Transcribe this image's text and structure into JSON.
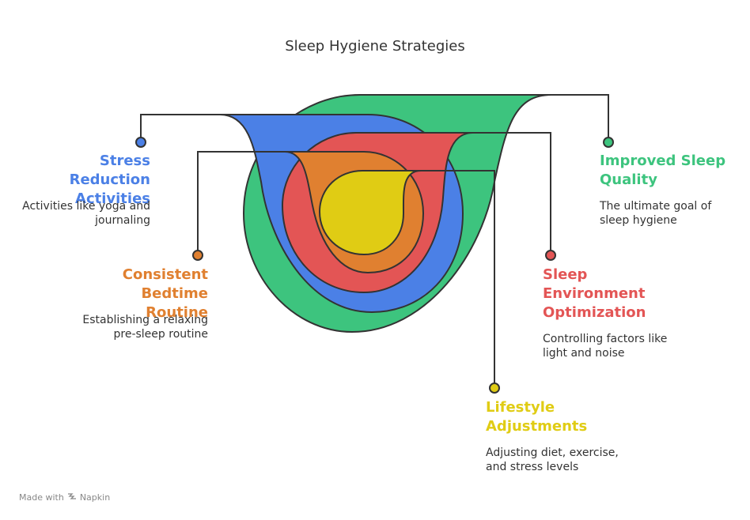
{
  "title": "Sleep Hygiene Strategies",
  "colors": {
    "green": "#3dc47e",
    "blue": "#4b80e6",
    "red": "#e35555",
    "orange": "#e08030",
    "yellow": "#e0cc14",
    "line": "#333333"
  },
  "items": [
    {
      "label": "Stress Reduction Activities",
      "description": "Activities like yoga and journaling",
      "color": "#4b80e6"
    },
    {
      "label": "Consistent Bedtime Routine",
      "description": "Establishing a relaxing pre-sleep routine",
      "color": "#e08030"
    },
    {
      "label": "Improved Sleep Quality",
      "description": "The ultimate goal of sleep hygiene",
      "color": "#3dc47e"
    },
    {
      "label": "Sleep Environment Optimization",
      "description": "Controlling factors like light and noise",
      "color": "#e35555"
    },
    {
      "label": "Lifestyle Adjustments",
      "description": "Adjusting diet, exercise, and stress levels",
      "color": "#e0cc14"
    }
  ],
  "footer": {
    "made_with": "Made with",
    "brand": "Napkin"
  }
}
